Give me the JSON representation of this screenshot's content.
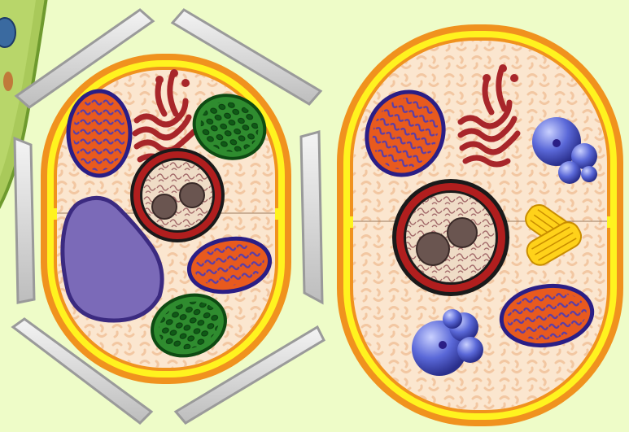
{
  "colors": {
    "background": "#eefcc8",
    "neighbor_cell_fill": "#a9c95a",
    "neighbor_cell_edge": "#6e9a2e",
    "wall_plate_fill": "#d9d9d9",
    "wall_plate_edge": "#9a9a9a",
    "membrane_outer": "#f0921e",
    "membrane_inner": "#fff31f",
    "cytoplasm": "#fbe6cf",
    "cytoplasm_texture": "#f2c7a2",
    "mitochondrion_fill": "#e85a1e",
    "mitochondrion_edge": "#2a1e86",
    "golgi": "#a8262a",
    "chloroplast_fill": "#2f8c2f",
    "chloroplast_edge": "#0d4a12",
    "vacuole_fill": "#7b6ab8",
    "vacuole_edge": "#3b2a80",
    "nucleus_ring": "#b11e1e",
    "nucleus_fill": "#efdcc6",
    "nucleolus": "#6a5550",
    "lysosome": "#5a68d8",
    "centriole": "#ffd21a"
  },
  "cells": [
    {
      "kind": "plant",
      "organelles": [
        "cell-wall",
        "cell-membrane",
        "cytoplasm",
        "nucleus",
        "mitochondrion",
        "golgi-apparatus",
        "chloroplast",
        "vacuole"
      ]
    },
    {
      "kind": "animal",
      "organelles": [
        "cell-membrane",
        "cytoplasm",
        "nucleus",
        "mitochondrion",
        "golgi-apparatus",
        "lysosome",
        "centriole"
      ]
    }
  ]
}
